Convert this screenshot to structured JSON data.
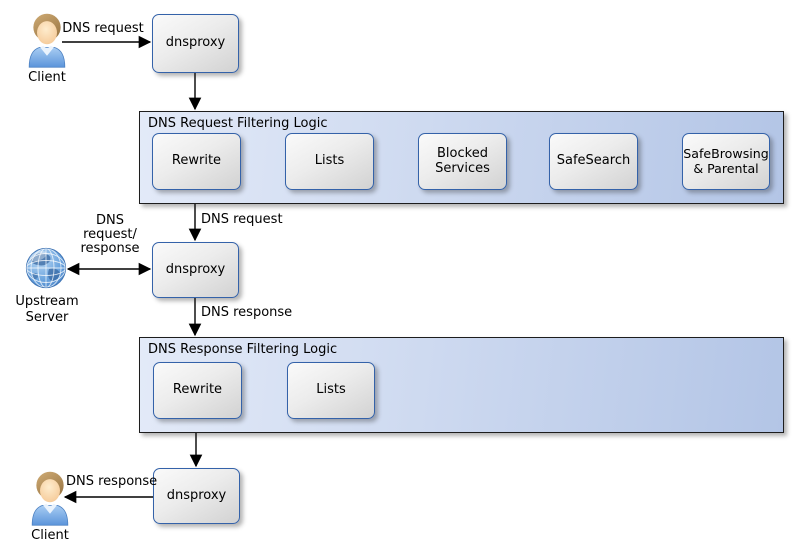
{
  "actors": {
    "client_top": "Client",
    "upstream_server": "Upstream\nServer",
    "client_bottom": "Client"
  },
  "proxies": {
    "ingress": "dnsproxy",
    "resolver": "dnsproxy",
    "egress": "dnsproxy"
  },
  "request_filter": {
    "title": "DNS Request Filtering Logic",
    "steps": [
      "Rewrite",
      "Lists",
      "Blocked\nServices",
      "SafeSearch",
      "SafeBrowsing\n& Parental"
    ]
  },
  "response_filter": {
    "title": "DNS Response Filtering Logic",
    "steps": [
      "Rewrite",
      "Lists"
    ]
  },
  "edge_labels": {
    "client_to_ingress": "DNS request",
    "filter_to_resolver": "DNS request",
    "resolver_upstream": "DNS\nrequest/\nresponse",
    "resolver_to_filter": "DNS response",
    "egress_to_client": "DNS response"
  },
  "colors": {
    "node_border": "#3462a9",
    "node_fill": "#e3e3e3",
    "container_fill_left": "#e3eaf8",
    "container_fill_right": "#b3c5e6",
    "container_border": "#1d1d1d",
    "arrow": "#000000",
    "globe_blue": "#4d86c9",
    "shirt_blue": "#6ea3e2",
    "hair_tan": "#b58f5c"
  }
}
